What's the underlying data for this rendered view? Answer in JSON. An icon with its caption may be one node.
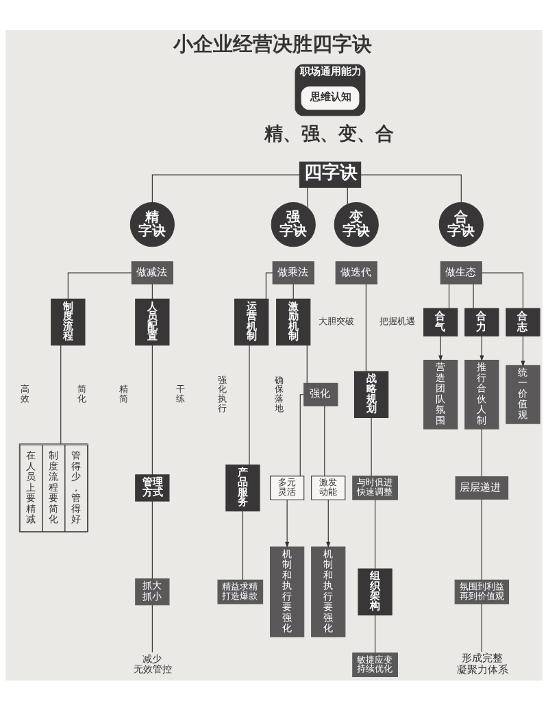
{
  "diagram": {
    "title": "小企业经营决胜四字诀",
    "nodes": [
      {
        "text": [
          "职场通用能力"
        ]
      },
      {
        "text": [
          "思维认知"
        ],
        "in": 0
      },
      {
        "text": [
          "四字诀"
        ]
      },
      {
        "text": [
          "精字诀"
        ]
      },
      {
        "text": [
          "强字诀"
        ]
      },
      {
        "text": [
          "变字诀"
        ]
      },
      {
        "text": [
          "合字诀"
        ]
      },
      {
        "text": [
          "做减法"
        ]
      },
      {
        "text": [
          "做乘法"
        ]
      },
      {
        "text": [
          "做迭代"
        ]
      },
      {
        "text": [
          "做生态"
        ]
      },
      {
        "text": [
          "制度流程"
        ]
      },
      {
        "text": [
          "人员配置"
        ]
      },
      {
        "text": [
          "在人员上要精减",
          "制度流程要简化",
          "管得少，管得好"
        ]
      },
      {
        "text": [
          "管理方式"
        ]
      },
      {
        "text": [
          "抓大抓小"
        ]
      },
      {
        "text": [
          "减少无效管控"
        ]
      },
      {
        "text": [
          "运营机制"
        ]
      },
      {
        "text": [
          "激励机制"
        ]
      },
      {
        "text": [
          "产品服务"
        ]
      },
      {
        "text": [
          "精益求精打造爆款"
        ]
      },
      {
        "text": [
          "强化"
        ]
      },
      {
        "text": [
          "多元灵活"
        ]
      },
      {
        "text": [
          "激发动能"
        ]
      },
      {
        "text": [
          "机制和执行要强化"
        ]
      },
      {
        "text": [
          "机制和执行要强化"
        ]
      },
      {
        "text": [
          "战略规划"
        ]
      },
      {
        "text": [
          "与时俱进快速调整"
        ]
      },
      {
        "text": [
          "组织架构"
        ]
      },
      {
        "text": [
          "敏捷应变持续优化"
        ]
      },
      {
        "text": [
          "合气"
        ]
      },
      {
        "text": [
          "合力"
        ]
      },
      {
        "text": [
          "合志"
        ]
      },
      {
        "text": [
          "营造团队氛围"
        ]
      },
      {
        "text": [
          "推行合伙人制"
        ]
      },
      {
        "text": [
          "统一价值观"
        ]
      },
      {
        "text": [
          "层层递进"
        ]
      },
      {
        "text": [
          "氛围到利益再到价值观"
        ]
      },
      {
        "text": [
          "形成完整凝聚力体系"
        ]
      }
    ],
    "edges": [
      {
        "from": 2,
        "to": 3,
        "arrow": "none"
      },
      {
        "from": 2,
        "to": 4,
        "arrow": "none"
      },
      {
        "from": 2,
        "to": 5,
        "arrow": "none"
      },
      {
        "from": 2,
        "to": 6,
        "arrow": "none"
      },
      {
        "from": 7,
        "to": 11,
        "arrow": "none"
      },
      {
        "from": 7,
        "to": 12,
        "arrow": "none"
      },
      {
        "from": 11,
        "to": 13,
        "arrow": "none"
      },
      {
        "from": 12,
        "to": 14,
        "arrow": "none"
      },
      {
        "from": 14,
        "to": 15,
        "arrow": "none"
      },
      {
        "from": 15,
        "to": 16,
        "arrow": "none"
      },
      {
        "from": 8,
        "to": 17,
        "arrow": "none"
      },
      {
        "from": 8,
        "to": 18,
        "arrow": "none"
      },
      {
        "from": 17,
        "to": 19,
        "arrow": "none"
      },
      {
        "from": 19,
        "to": 20,
        "arrow": "none"
      },
      {
        "from": 18,
        "to": 21,
        "arrow": "none"
      },
      {
        "from": 21,
        "to": 22,
        "arrow": "none"
      },
      {
        "from": 21,
        "to": 23,
        "arrow": "none"
      },
      {
        "from": 22,
        "to": 24,
        "arrow": "to"
      },
      {
        "from": 23,
        "to": 25,
        "arrow": "to"
      },
      {
        "from": 9,
        "to": 26,
        "arrow": "none"
      },
      {
        "from": 26,
        "to": 27,
        "arrow": "none"
      },
      {
        "from": 27,
        "to": 28,
        "arrow": "none"
      },
      {
        "from": 28,
        "to": 29,
        "arrow": "none"
      },
      {
        "from": 10,
        "to": 30,
        "arrow": "none"
      },
      {
        "from": 10,
        "to": 31,
        "arrow": "none"
      },
      {
        "from": 10,
        "to": 32,
        "arrow": "none"
      },
      {
        "from": 30,
        "to": 33,
        "arrow": "to"
      },
      {
        "from": 31,
        "to": 34,
        "arrow": "to"
      },
      {
        "from": 32,
        "to": 35,
        "arrow": "to"
      },
      {
        "from": 34,
        "to": 36,
        "arrow": "none"
      },
      {
        "from": 36,
        "to": 37,
        "arrow": "none"
      },
      {
        "from": 37,
        "to": 38,
        "arrow": "none"
      }
    ],
    "labels": [
      "精、强、变、合",
      "大胆突破",
      "把握机遇",
      "高效",
      "简化",
      "精简",
      "干练",
      "强化执行",
      "确保落地"
    ]
  }
}
